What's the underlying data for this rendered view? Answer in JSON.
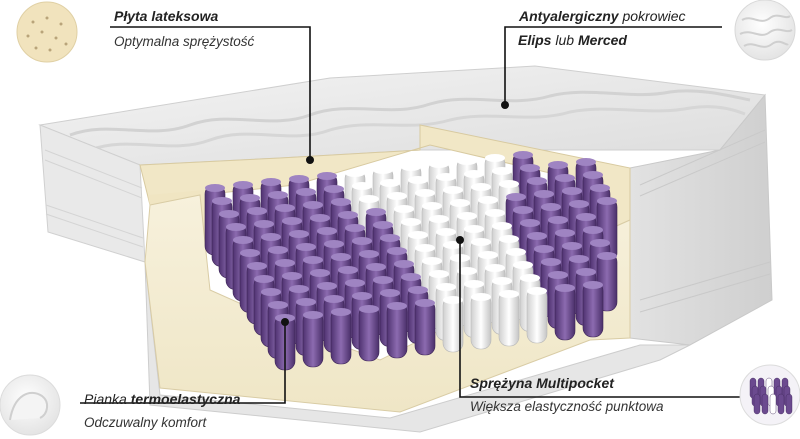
{
  "callouts": {
    "latex": {
      "title": "Płyta lateksowa",
      "subtitle": "Optymalna sprężystość"
    },
    "cover": {
      "title_bold_1": "Antyalergiczny",
      "title_regular": "pokrowiec",
      "sub_bold_1": "Elips",
      "sub_regular": "lub",
      "sub_bold_2": "Merced"
    },
    "foam": {
      "title_regular": "Pianka",
      "title_bold": "termoelastyczna",
      "subtitle": "Odczuwalny komfort"
    },
    "spring": {
      "title": "Sprężyna Multipocket",
      "subtitle": "Większa elastyczność punktowa"
    }
  },
  "colors": {
    "spring_purple": "#6b4a8f",
    "spring_white": "#f2f2f2",
    "latex": "#f1e7c6",
    "foam": "#f5efd6",
    "cover": "#ececec",
    "leader_line": "#111111"
  }
}
